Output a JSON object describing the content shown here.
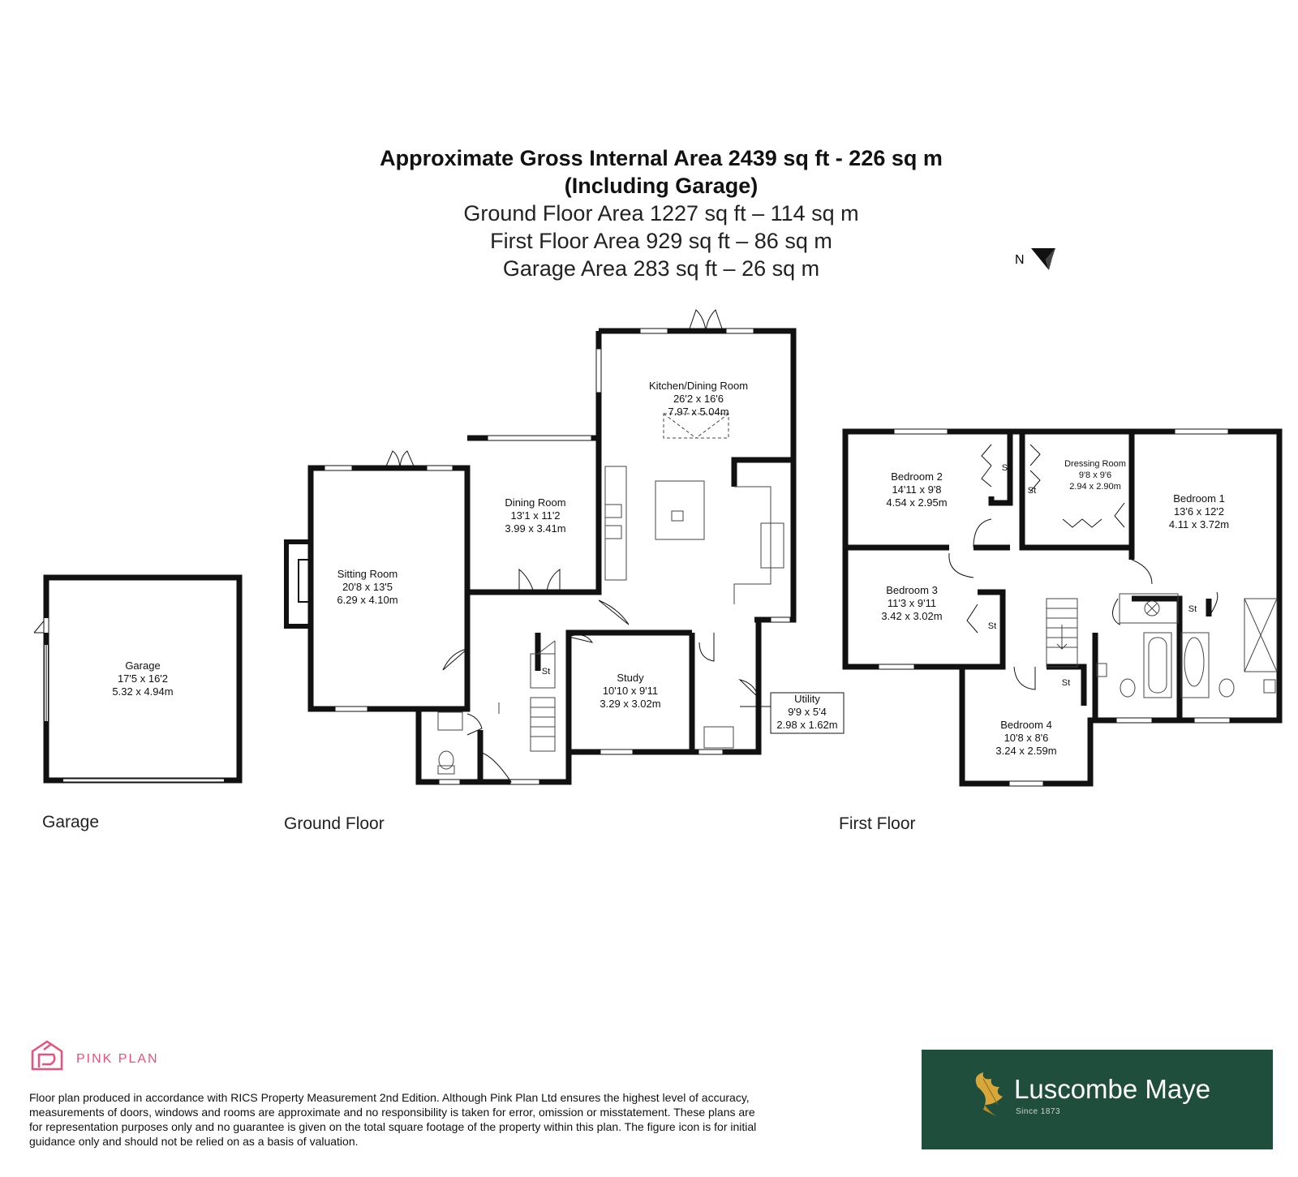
{
  "header": {
    "title": "Approximate Gross Internal Area 2439 sq ft - 226 sq m",
    "subtitle": "(Including Garage)",
    "ground_area": "Ground Floor Area 1227 sq ft – 114 sq m",
    "first_area": "First Floor Area 929 sq ft – 86 sq m",
    "garage_area": "Garage Area 283 sq ft – 26 sq m"
  },
  "compass": {
    "label": "N"
  },
  "floors": {
    "garage": "Garage",
    "ground": "Ground Floor",
    "first": "First Floor"
  },
  "rooms": {
    "garage": {
      "name": "Garage",
      "imperial": "17'5 x 16'2",
      "metric": "5.32 x 4.94m"
    },
    "sitting": {
      "name": "Sitting Room",
      "imperial": "20'8 x 13'5",
      "metric": "6.29 x 4.10m"
    },
    "dining": {
      "name": "Dining Room",
      "imperial": "13'1 x 11'2",
      "metric": "3.99 x 3.41m"
    },
    "kitchen": {
      "name": "Kitchen/Dining Room",
      "imperial": "26'2 x 16'6",
      "metric": "7.97 x 5.04m"
    },
    "study": {
      "name": "Study",
      "imperial": "10'10 x 9'11",
      "metric": "3.29 x 3.02m"
    },
    "utility": {
      "name": "Utility",
      "imperial": "9'9 x 5'4",
      "metric": "2.98 x 1.62m"
    },
    "bedroom1": {
      "name": "Bedroom 1",
      "imperial": "13'6 x 12'2",
      "metric": "4.11 x 3.72m"
    },
    "bedroom2": {
      "name": "Bedroom 2",
      "imperial": "14'11 x 9'8",
      "metric": "4.54 x 2.95m"
    },
    "bedroom3": {
      "name": "Bedroom 3",
      "imperial": "11'3 x 9'11",
      "metric": "3.42 x 3.02m"
    },
    "bedroom4": {
      "name": "Bedroom 4",
      "imperial": "10'8 x 8'6",
      "metric": "3.24 x 2.59m"
    },
    "dressing": {
      "name": "Dressing Room",
      "imperial": "9'8 x 9'6",
      "metric": "2.94 x 2.90m"
    },
    "store": "St"
  },
  "branding": {
    "pink_plan": "PINK PLAN",
    "disclaimer": "Floor plan produced in accordance with RICS Property Measurement 2nd Edition. Although Pink Plan Ltd ensures the highest level of accuracy, measurements of doors, windows and rooms are approximate and no responsibility is taken for error, omission or misstatement. These plans are for representation purposes only and no guarantee is given on the total square footage of the property within this plan. The figure icon is for initial guidance only and should not be relied on as a basis of valuation.",
    "agent_name": "Luscombe Maye",
    "agent_since": "Since 1873",
    "pink_color": "#e6527b",
    "agent_color": "#1f4e3d"
  }
}
